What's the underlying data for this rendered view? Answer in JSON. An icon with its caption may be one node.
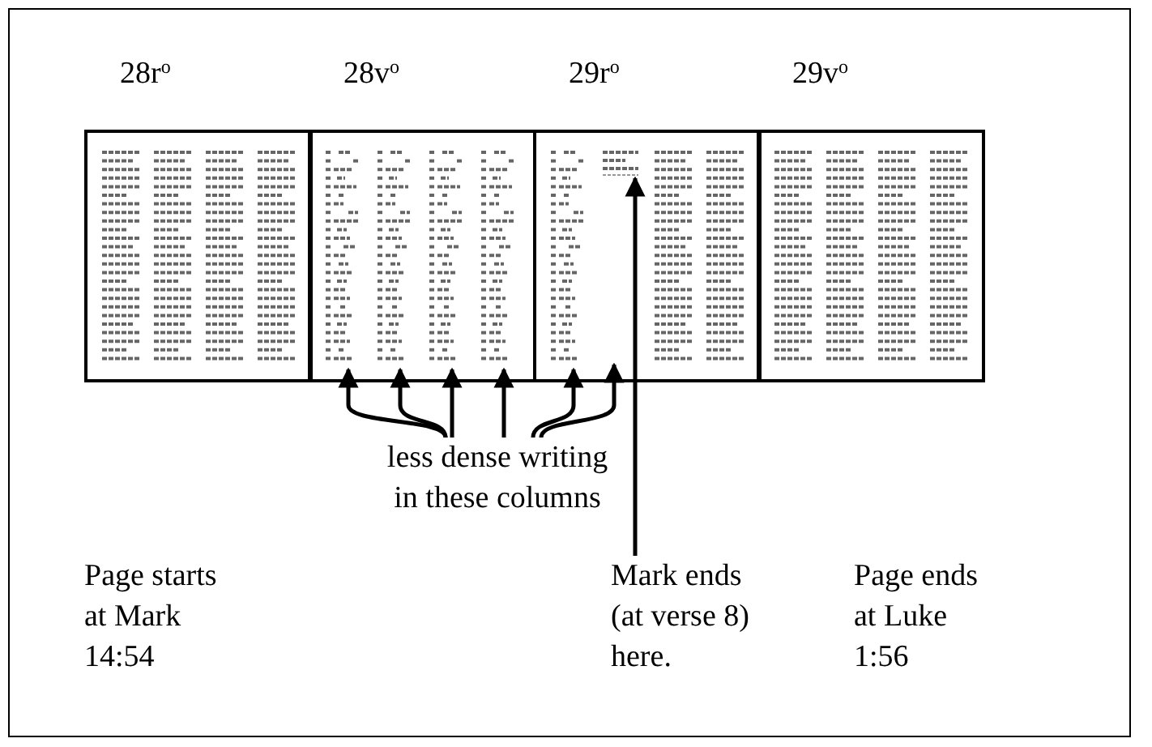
{
  "diagram": {
    "nodes": [
      {
        "text": [
          "28r$^{o}$"
        ]
      },
      {
        "text": [
          "28v$^{o}$"
        ]
      },
      {
        "text": [
          "29r$^{o}$"
        ]
      },
      {
        "text": [
          "29v$^{o}$"
        ]
      },
      {
        "text": [],
        "shape": "box",
        "in": 1
      },
      {
        "text": [],
        "shape": "box",
        "in": 1
      },
      {
        "text": [],
        "shape": "box",
        "in": 1
      },
      {
        "text": [],
        "shape": "box",
        "in": 1
      },
      {
        "text": [],
        "shape": "box",
        "in": 2
      },
      {
        "text": [],
        "shape": "box",
        "in": 2
      },
      {
        "text": [],
        "shape": "box",
        "in": 9
      },
      {
        "text": [
          "less dense writing in these columns"
        ]
      },
      {
        "text": [
          "Page starts at Mark 14:54"
        ]
      },
      {
        "text": [
          "Mark ends (at verse 8) here."
        ]
      },
      {
        "text": [
          "Page ends at Luke 1:56"
        ]
      }
    ],
    "edges": [
      {
        "from": 11,
        "to": 4,
        "arrow": "to"
      },
      {
        "from": 11,
        "to": 5,
        "arrow": "to"
      },
      {
        "from": 11,
        "to": 6,
        "arrow": "to"
      },
      {
        "from": 11,
        "to": 7,
        "arrow": "to"
      },
      {
        "from": 11,
        "to": 8,
        "arrow": "to"
      },
      {
        "from": 11,
        "to": 9,
        "arrow": "to"
      },
      {
        "from": 13,
        "to": 10,
        "arrow": "to"
      }
    ]
  }
}
